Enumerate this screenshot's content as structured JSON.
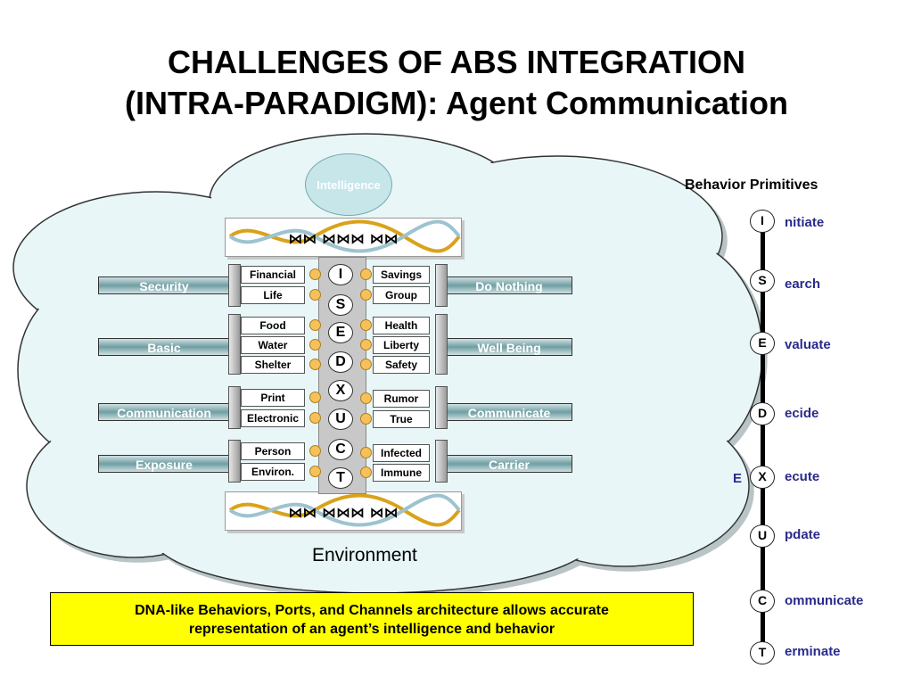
{
  "title": {
    "line1": "CHALLENGES OF ABS INTEGRATION",
    "line2": "(INTRA-PARADIGM): Agent Communication"
  },
  "diagram": {
    "intelligence_label": "Intelligence",
    "environment_label": "Environment",
    "left_channels": [
      "Security",
      "Basic",
      "Communication",
      "Exposure"
    ],
    "right_channels": [
      "Do Nothing",
      "Well Being",
      "Communicate",
      "Carrier"
    ],
    "left_ports": [
      "Financial",
      "Life",
      "Food",
      "Water",
      "Shelter",
      "Print",
      "Electronic",
      "Person",
      "Environ."
    ],
    "right_ports": [
      "Savings",
      "Group",
      "Health",
      "Liberty",
      "Safety",
      "Rumor",
      "True",
      "Infected",
      "Immune"
    ],
    "spine_letters": [
      "I",
      "S",
      "E",
      "D",
      "X",
      "U",
      "C",
      "T"
    ]
  },
  "note": {
    "line1": "DNA-like Behaviors, Ports, and Channels architecture allows accurate",
    "line2": "representation of an agent’s intelligence and behavior"
  },
  "behavior_primitives": {
    "title": "Behavior Primitives",
    "execute_prefix": "E",
    "items": [
      {
        "letter": "I",
        "rest": "nitiate"
      },
      {
        "letter": "S",
        "rest": "earch"
      },
      {
        "letter": "E",
        "rest": "valuate"
      },
      {
        "letter": "D",
        "rest": "ecide"
      },
      {
        "letter": "X",
        "rest": "ecute"
      },
      {
        "letter": "U",
        "rest": "pdate"
      },
      {
        "letter": "C",
        "rest": "ommunicate"
      },
      {
        "letter": "T",
        "rest": "erminate"
      }
    ]
  },
  "colors": {
    "cloud_fill": "#e8f6f8",
    "channel_bar": "#6f9ea2",
    "port_dot": "#f6c15a",
    "note_bg": "#ffff00",
    "primitive_text": "#2a2a8c"
  }
}
